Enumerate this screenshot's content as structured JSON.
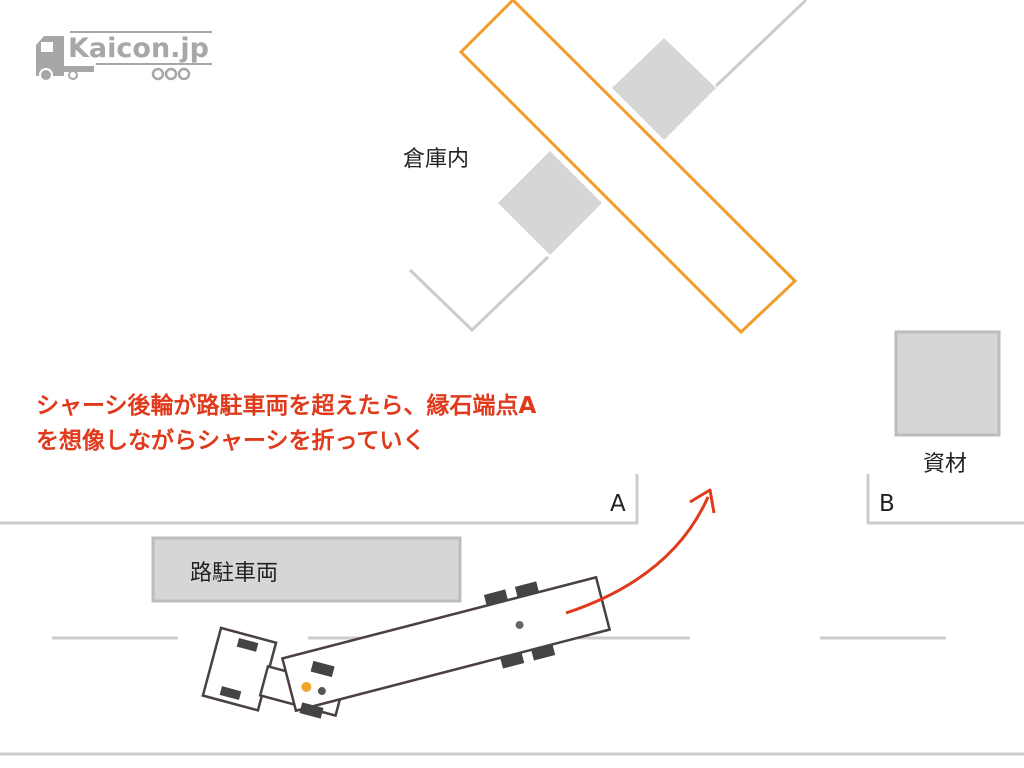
{
  "logo": {
    "text": "Kaicon.jp",
    "color": "#a7a7a7"
  },
  "labels": {
    "warehouse": "倉庫内",
    "materials": "資材",
    "point_a": "A",
    "point_b": "B",
    "parked_vehicle": "路駐車両"
  },
  "instruction": {
    "line1": "シャーシ後輪が路駐車両を超えたら、縁石端点A",
    "line2": "を想像しながらシャーシを折っていく",
    "color": "#e03a1c"
  },
  "colors": {
    "dock_edge": "#f29c2b",
    "block_fill": "#d6d6d6",
    "block_stroke": "#bcbcbc",
    "road_line": "#cccccc",
    "vehicle_outline": "#4a4040",
    "tire": "#444444",
    "kingpin": "#f0a52a",
    "arrow": "#e03a1c"
  }
}
